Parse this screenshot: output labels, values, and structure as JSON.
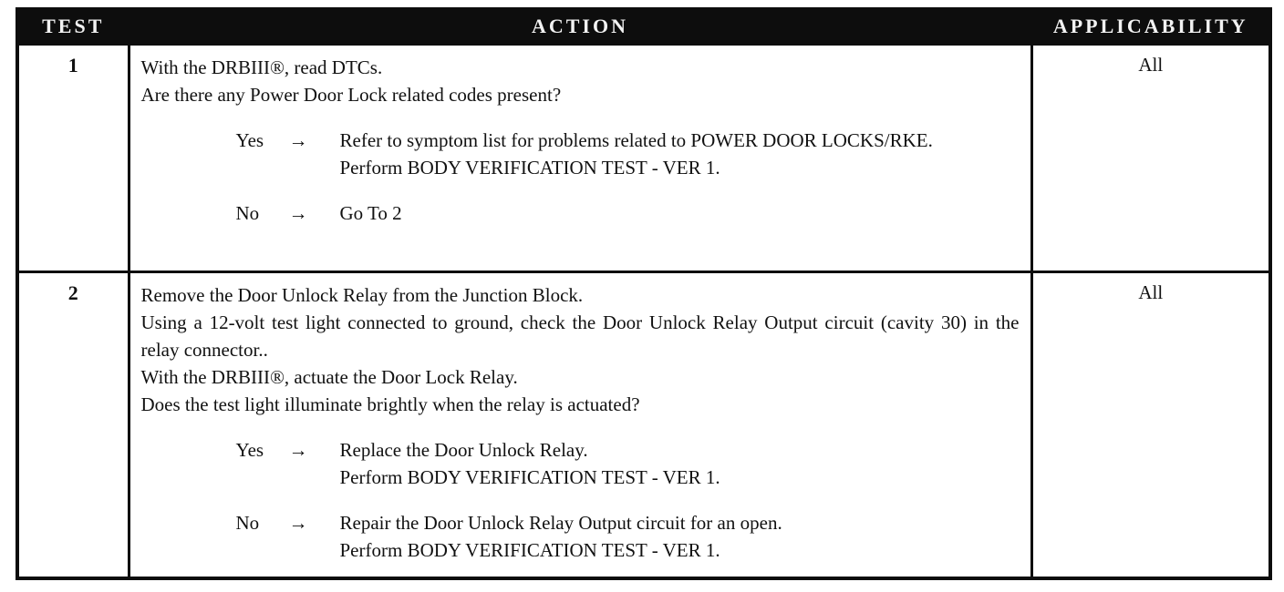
{
  "table": {
    "headers": [
      "TEST",
      "ACTION",
      "APPLICABILITY"
    ],
    "rows": [
      {
        "test": "1",
        "applicability": "All",
        "intro": [
          "With the DRBIII®, read DTCs.",
          "Are there any Power Door Lock related codes present?"
        ],
        "branches": [
          {
            "label": "Yes",
            "arrow": "→",
            "lines": [
              "Refer to symptom list for problems related to POWER DOOR LOCKS/RKE.",
              "Perform BODY VERIFICATION TEST - VER 1."
            ]
          },
          {
            "label": "No",
            "arrow": "→",
            "lines": [
              "Go To 2"
            ]
          }
        ]
      },
      {
        "test": "2",
        "applicability": "All",
        "intro": [
          "Remove the Door Unlock Relay from the Junction Block.",
          "Using a 12-volt test light connected to ground, check the Door Unlock Relay Output circuit (cavity 30) in the relay connector..",
          "With the DRBIII®, actuate the Door Lock Relay.",
          "Does the test light illuminate brightly when the relay is actuated?"
        ],
        "branches": [
          {
            "label": "Yes",
            "arrow": "→",
            "lines": [
              "Replace the Door Unlock Relay.",
              "Perform BODY VERIFICATION TEST - VER 1."
            ]
          },
          {
            "label": "No",
            "arrow": "→",
            "lines": [
              "Repair the Door Unlock Relay Output circuit for an open.",
              "Perform BODY VERIFICATION TEST - VER 1."
            ]
          }
        ]
      }
    ]
  }
}
